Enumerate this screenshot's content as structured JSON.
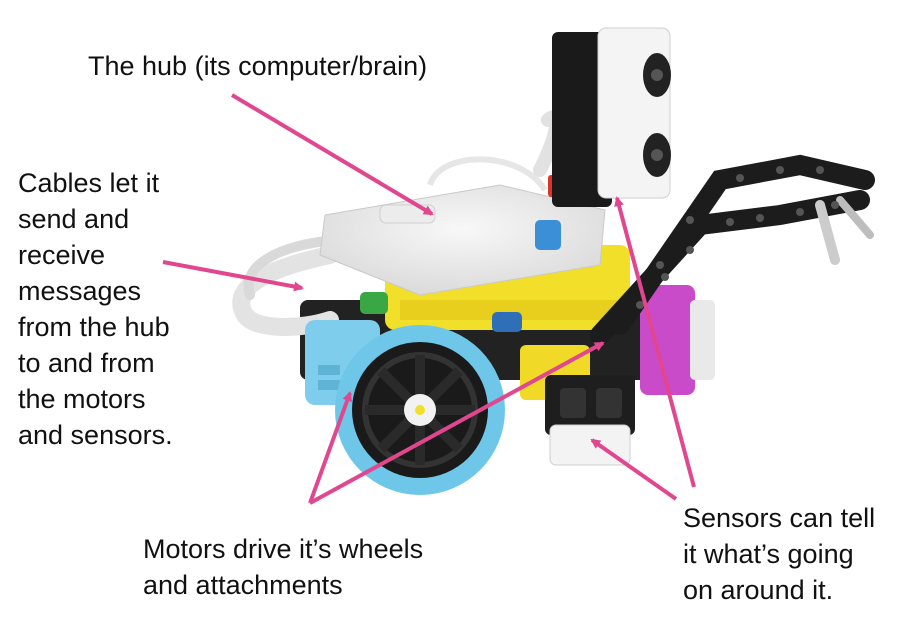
{
  "labels": {
    "hub": "The hub (its computer/brain)",
    "cables": "Cables let it\nsend and\nreceive\nmessages\nfrom the hub\nto and from\nthe motors\nand sensors.",
    "motors": "Motors drive it’s wheels\nand attachments",
    "sensors": "Sensors can tell\nit what’s going\non around it."
  },
  "colors": {
    "arrow": "#e0478f",
    "wheel_tire": "#6ec6e8",
    "hub_yellow": "#f2df2a",
    "frame_magenta": "#c94bc9",
    "frame_black": "#1f1f1f",
    "cable": "#e6e6e6"
  },
  "image": {
    "subject": "lego-robot"
  }
}
